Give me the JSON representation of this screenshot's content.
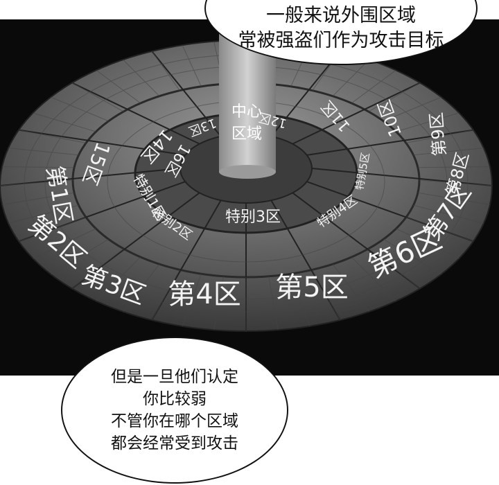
{
  "bubbles": {
    "top": {
      "lines": [
        "一般来说外围区域",
        "常被强盗们作为攻击目标"
      ]
    },
    "bottom": {
      "lines": [
        "但是一旦他们认定",
        "你比较弱",
        "不管你在哪个区域",
        "都会经常受到攻击"
      ]
    }
  },
  "map": {
    "center": [
      "中心",
      "区域"
    ],
    "special_zones": [
      "特别1区",
      "特别2区",
      "特别3区",
      "特别4区",
      "特别5区"
    ],
    "outer_zones": [
      "第1区",
      "第2区",
      "第3区",
      "第4区",
      "第5区",
      "第6区",
      "第7区",
      "第8区",
      "第9区",
      "10区",
      "11区",
      "12区",
      "13区",
      "14区",
      "15区",
      "16区"
    ],
    "colors": {
      "background": "#0a0a0a",
      "disk": "#5a5a5a",
      "text": "#f4f4f4"
    }
  }
}
